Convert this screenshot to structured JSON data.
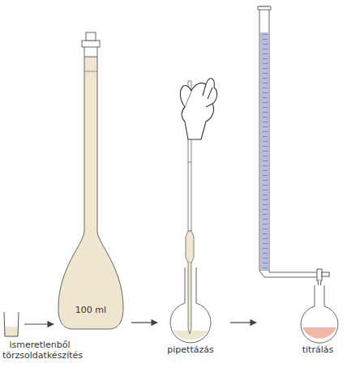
{
  "diagram": {
    "labels": [
      "100 ml",
      "ismeretlenből törzsoldatkészítés",
      "pipettázás",
      "titrálás"
    ]
  }
}
